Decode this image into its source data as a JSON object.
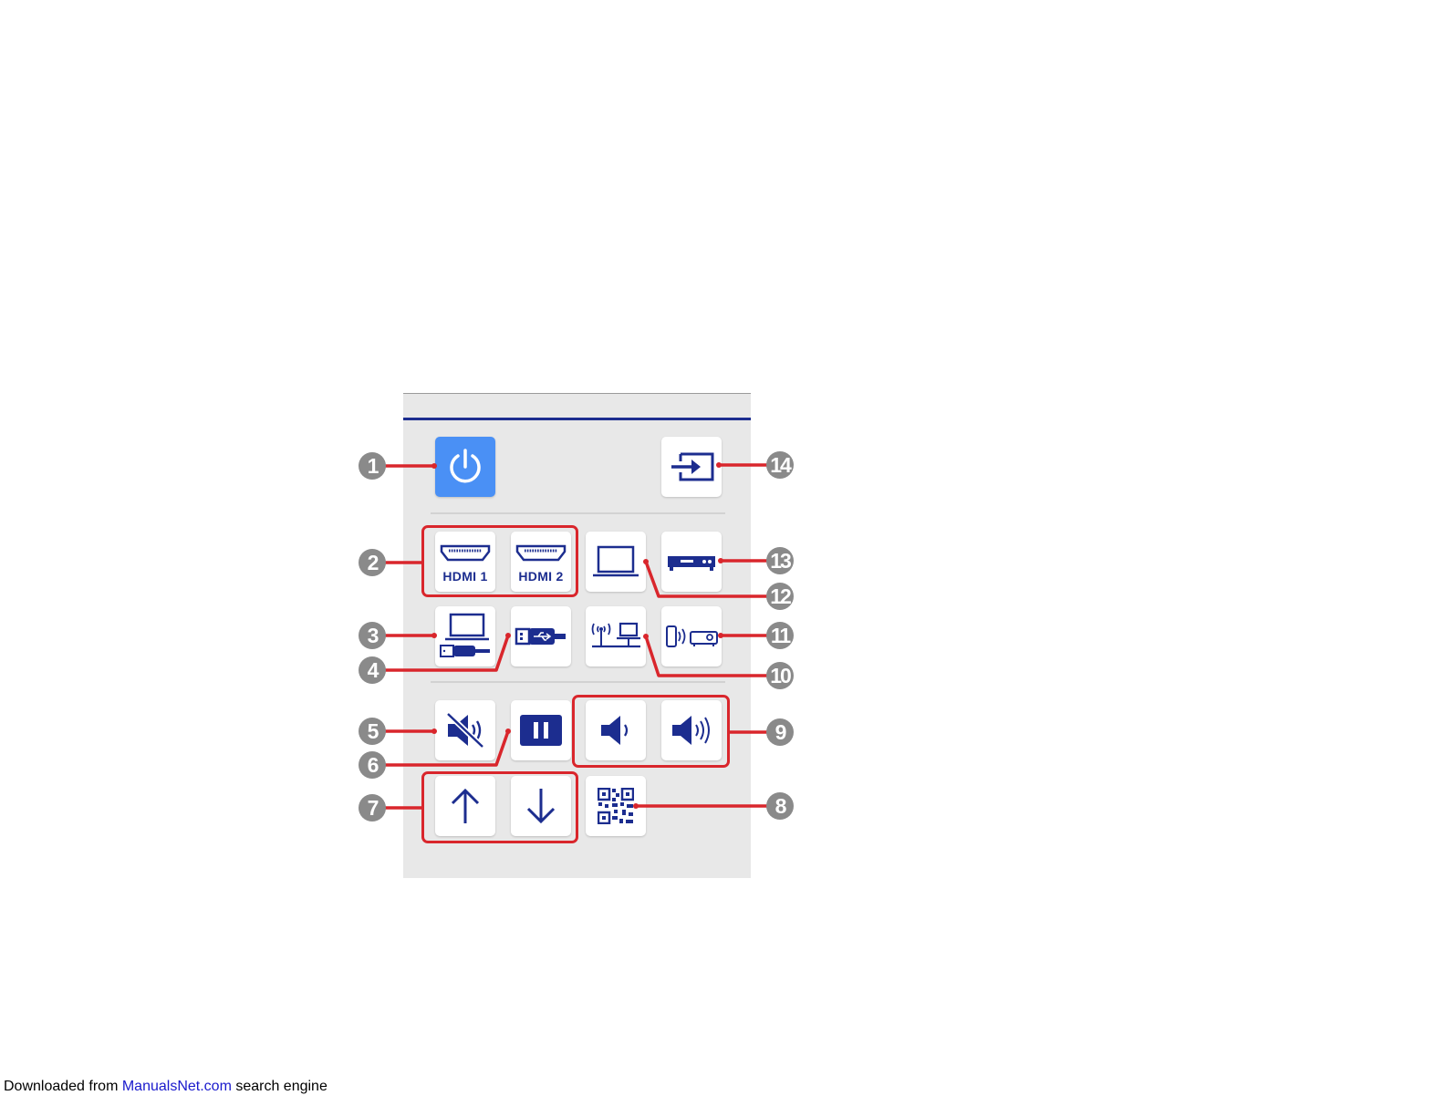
{
  "remote": {
    "buttons": [
      {
        "id": "power",
        "icon": "power-icon"
      },
      {
        "id": "source-search",
        "icon": "source-search-icon"
      },
      {
        "id": "hdmi1",
        "icon": "hdmi-port-icon",
        "label": "HDMI 1"
      },
      {
        "id": "hdmi2",
        "icon": "hdmi-port-icon",
        "label": "HDMI 2"
      },
      {
        "id": "computer",
        "icon": "laptop-icon"
      },
      {
        "id": "player",
        "icon": "media-player-icon"
      },
      {
        "id": "usb-display",
        "icon": "laptop-usb-icon"
      },
      {
        "id": "usb",
        "icon": "usb-icon"
      },
      {
        "id": "lan",
        "icon": "network-laptop-icon"
      },
      {
        "id": "screen-mirroring",
        "icon": "device-to-projector-icon"
      },
      {
        "id": "av-mute",
        "icon": "av-mute-icon"
      },
      {
        "id": "freeze",
        "icon": "pause-icon"
      },
      {
        "id": "volume-down",
        "icon": "volume-down-icon"
      },
      {
        "id": "volume-up",
        "icon": "volume-up-icon"
      },
      {
        "id": "page-up",
        "icon": "arrow-up-icon"
      },
      {
        "id": "page-down",
        "icon": "arrow-down-icon"
      },
      {
        "id": "qr-code",
        "icon": "qr-code-icon"
      }
    ]
  },
  "callouts": [
    "1",
    "2",
    "3",
    "4",
    "5",
    "6",
    "7",
    "8",
    "9",
    "10",
    "11",
    "12",
    "13",
    "14"
  ],
  "footer": {
    "prefix": "Downloaded from ",
    "link": "ManualsNet.com",
    "suffix": " search engine"
  },
  "colors": {
    "accent_blue": "#1c2d8f",
    "power_blue": "#4a90f5",
    "callout_red": "#d9262c",
    "callout_gray": "#8a8a8a",
    "panel_gray": "#e8e8e8"
  }
}
